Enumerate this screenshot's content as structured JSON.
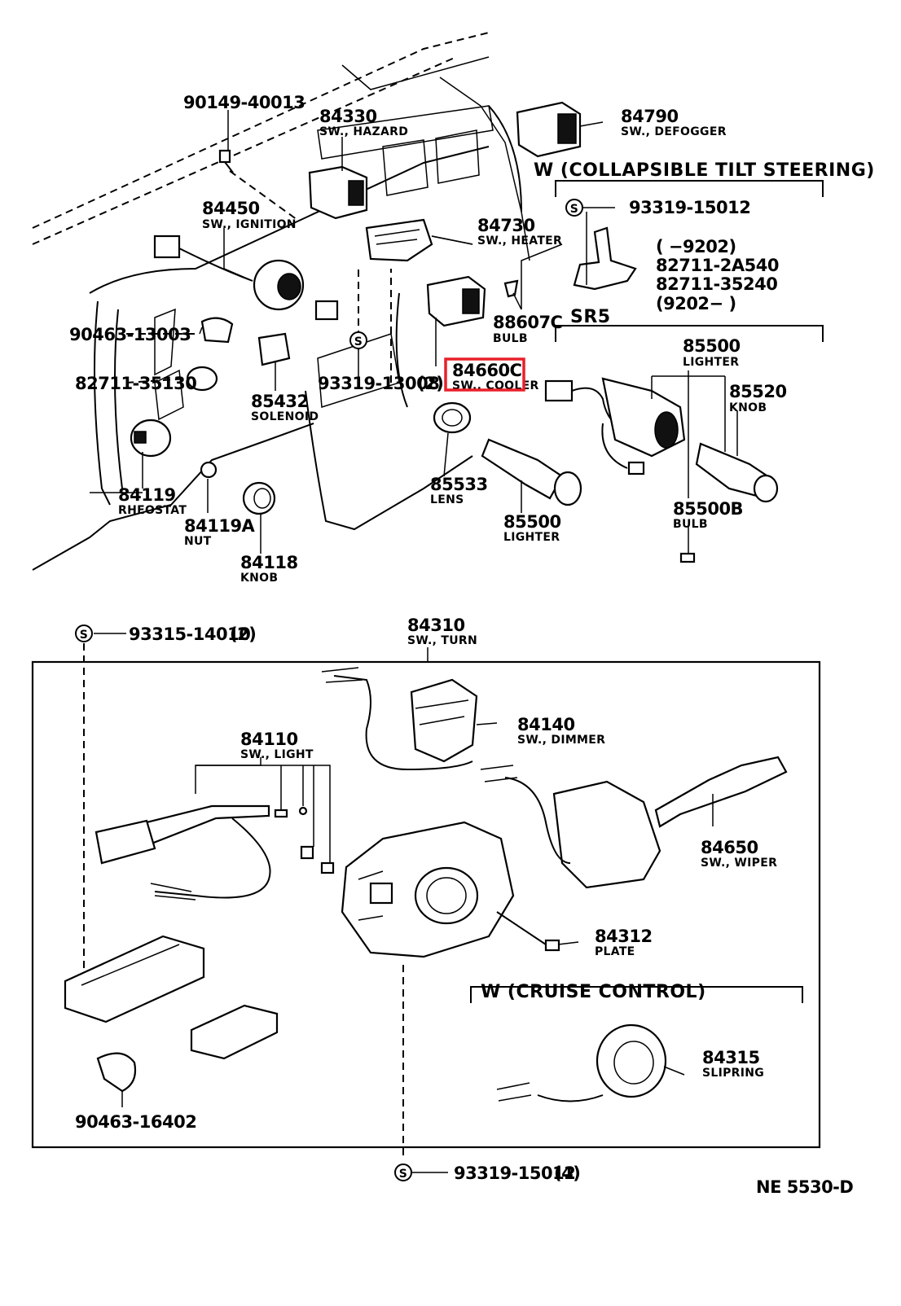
{
  "diagram": {
    "parts": [
      {
        "id": "p1",
        "number": "90149-40013",
        "name": ""
      },
      {
        "id": "p2",
        "number": "84330",
        "name": "SW., HAZARD"
      },
      {
        "id": "p3",
        "number": "84790",
        "name": "SW., DEFOGGER"
      },
      {
        "id": "p4",
        "number": "84450",
        "name": "SW., IGNITION"
      },
      {
        "id": "p5",
        "number": "84730",
        "name": "SW., HEATER"
      },
      {
        "id": "p6",
        "number": "90463-13003",
        "name": ""
      },
      {
        "id": "p7",
        "number": "88607C",
        "name": "BULB"
      },
      {
        "id": "p8",
        "number": "84660C",
        "name": "SW., COOLER",
        "highlighted": true
      },
      {
        "id": "p9",
        "number": "82711-35130",
        "name": ""
      },
      {
        "id": "p10",
        "number": "93319-13008",
        "qty": "(2)",
        "name": ""
      },
      {
        "id": "p11",
        "number": "85432",
        "name": "SOLENOID"
      },
      {
        "id": "p12",
        "number": "84119",
        "name": "RHEOSTAT"
      },
      {
        "id": "p13",
        "number": "84119A",
        "name": "NUT"
      },
      {
        "id": "p14",
        "number": "84118",
        "name": "KNOB"
      },
      {
        "id": "p15",
        "number": "85533",
        "name": "LENS"
      },
      {
        "id": "p16",
        "number": "85500",
        "name": "LIGHTER"
      },
      {
        "id": "p17",
        "number": "93319-15012",
        "name": ""
      },
      {
        "id": "p18",
        "number": "85500",
        "name": "LIGHTER"
      },
      {
        "id": "p19",
        "number": "85520",
        "name": "KNOB"
      },
      {
        "id": "p20",
        "number": "85500B",
        "name": "BULB"
      },
      {
        "id": "p21",
        "number": "93315-14010",
        "qty": "(2)",
        "name": ""
      },
      {
        "id": "p22",
        "number": "84310",
        "name": "SW., TURN"
      },
      {
        "id": "p23",
        "number": "84140",
        "name": "SW., DIMMER"
      },
      {
        "id": "p24",
        "number": "84110",
        "name": "SW., LIGHT"
      },
      {
        "id": "p25",
        "number": "84650",
        "name": "SW., WIPER"
      },
      {
        "id": "p26",
        "number": "84312",
        "name": "PLATE"
      },
      {
        "id": "p27",
        "number": "84315",
        "name": "SLIPRING"
      },
      {
        "id": "p28",
        "number": "90463-16402",
        "name": ""
      },
      {
        "id": "p29",
        "number": "93319-15012",
        "qty": "(4)",
        "name": ""
      }
    ],
    "groups": {
      "tilt": "W (COLLAPSIBLE TILT STEERING)",
      "tilt_range_1": "(        −9202)",
      "tilt_part_a": "82711-2A540",
      "tilt_part_b": "82711-35240",
      "tilt_range_2": "(9202−          )",
      "sr5": "SR5",
      "cruise": "W (CRUISE CONTROL)"
    },
    "screw_symbol": "S",
    "reference_code": "NE  5530-D",
    "highlight_color": "#e8202a"
  }
}
